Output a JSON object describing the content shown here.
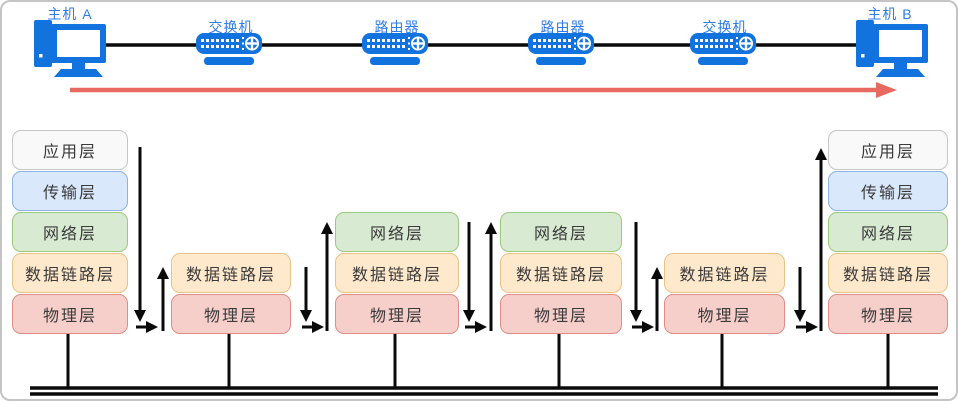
{
  "devices": [
    {
      "label": "主机 A",
      "type": "host"
    },
    {
      "label": "交换机",
      "type": "switch"
    },
    {
      "label": "路由器",
      "type": "router"
    },
    {
      "label": "路由器",
      "type": "router"
    },
    {
      "label": "交换机",
      "type": "switch"
    },
    {
      "label": "主机 B",
      "type": "host"
    }
  ],
  "stacks": {
    "host_a": [
      "应用层",
      "传输层",
      "网络层",
      "数据链路层",
      "物理层"
    ],
    "switch_1": [
      "数据链路层",
      "物理层"
    ],
    "router_1": [
      "网络层",
      "数据链路层",
      "物理层"
    ],
    "router_2": [
      "网络层",
      "数据链路层",
      "物理层"
    ],
    "switch_2": [
      "数据链路层",
      "物理层"
    ],
    "host_b": [
      "应用层",
      "传输层",
      "网络层",
      "数据链路层",
      "物理层"
    ]
  },
  "colors": {
    "device_blue": "#1273de",
    "device_label_blue": "#2e7ce5",
    "flow_arrow_red": "#e8695f",
    "link_line_black": "#0a0a0a",
    "layer_application_fill": "#f9f9f9",
    "layer_application_stroke": "#c6c6c6",
    "layer_transport_fill": "#dae8fc",
    "layer_transport_stroke": "#8db2e3",
    "layer_network_fill": "#d9ead3",
    "layer_network_stroke": "#9bc97e",
    "layer_datalink_fill": "#ffe9cc",
    "layer_datalink_stroke": "#e9c28a",
    "layer_physical_fill": "#f6cfcb",
    "layer_physical_stroke": "#df8d86"
  }
}
